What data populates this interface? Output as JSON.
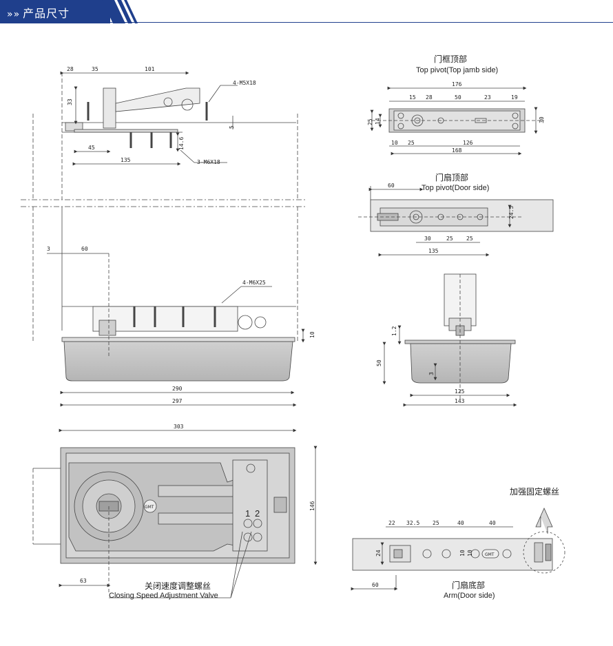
{
  "header": {
    "title": "产品尺寸",
    "chevrons": "»»",
    "bar_color": "#1f3f8c"
  },
  "views": {
    "top_jamb": {
      "cn": "门框顶部",
      "en": "Top pivot(Top jamb side)",
      "dims": {
        "overall": "176",
        "d15": "15",
        "d28": "28",
        "d50": "50",
        "d23": "23",
        "d19": "19",
        "h25": "25",
        "h14": "14",
        "h30": "30",
        "b10": "10",
        "b25": "25",
        "b126": "126",
        "b168": "168"
      }
    },
    "top_door": {
      "cn": "门扇顶部",
      "en": "Top pivot(Door side)",
      "dims": {
        "d60": "60",
        "h24_5": "24.5",
        "d30": "30",
        "d25a": "25",
        "d25b": "25",
        "d135": "135"
      }
    },
    "side_section": {
      "dims": {
        "h1_2": "1.2",
        "h50": "50",
        "h3": "3",
        "w125": "125",
        "w143": "143"
      }
    },
    "arm": {
      "cn": "门扇底部",
      "en": "Arm(Door side)",
      "callout": "加强固定螺丝",
      "dims": {
        "d22": "22",
        "d32_5": "32.5",
        "d25": "25",
        "d40a": "40",
        "d40b": "40",
        "h24": "24",
        "h10a": "10",
        "h10b": "10",
        "d60": "60"
      },
      "badge": "GMT"
    },
    "front_top": {
      "dims": {
        "d28": "28",
        "d35": "35",
        "d101": "101",
        "h33": "33",
        "screw_top": "4-M5X18",
        "h5": "5",
        "h14_6": "14.6",
        "d45": "45",
        "d135": "135",
        "screw_bottom": "3-M6X18"
      }
    },
    "front_mid": {
      "dims": {
        "d3": "3",
        "d60": "60",
        "screw": "4-M6X25",
        "h10": "10",
        "w290": "290",
        "w297": "297"
      }
    },
    "plan": {
      "dims": {
        "w303": "303",
        "h146": "146",
        "d63": "63"
      },
      "valve_cn": "关闭速度调整螺丝",
      "valve_en": "Closing Speed Adjustment Valve",
      "valve_nums": [
        "1",
        "2"
      ],
      "badge": "GMT"
    }
  }
}
